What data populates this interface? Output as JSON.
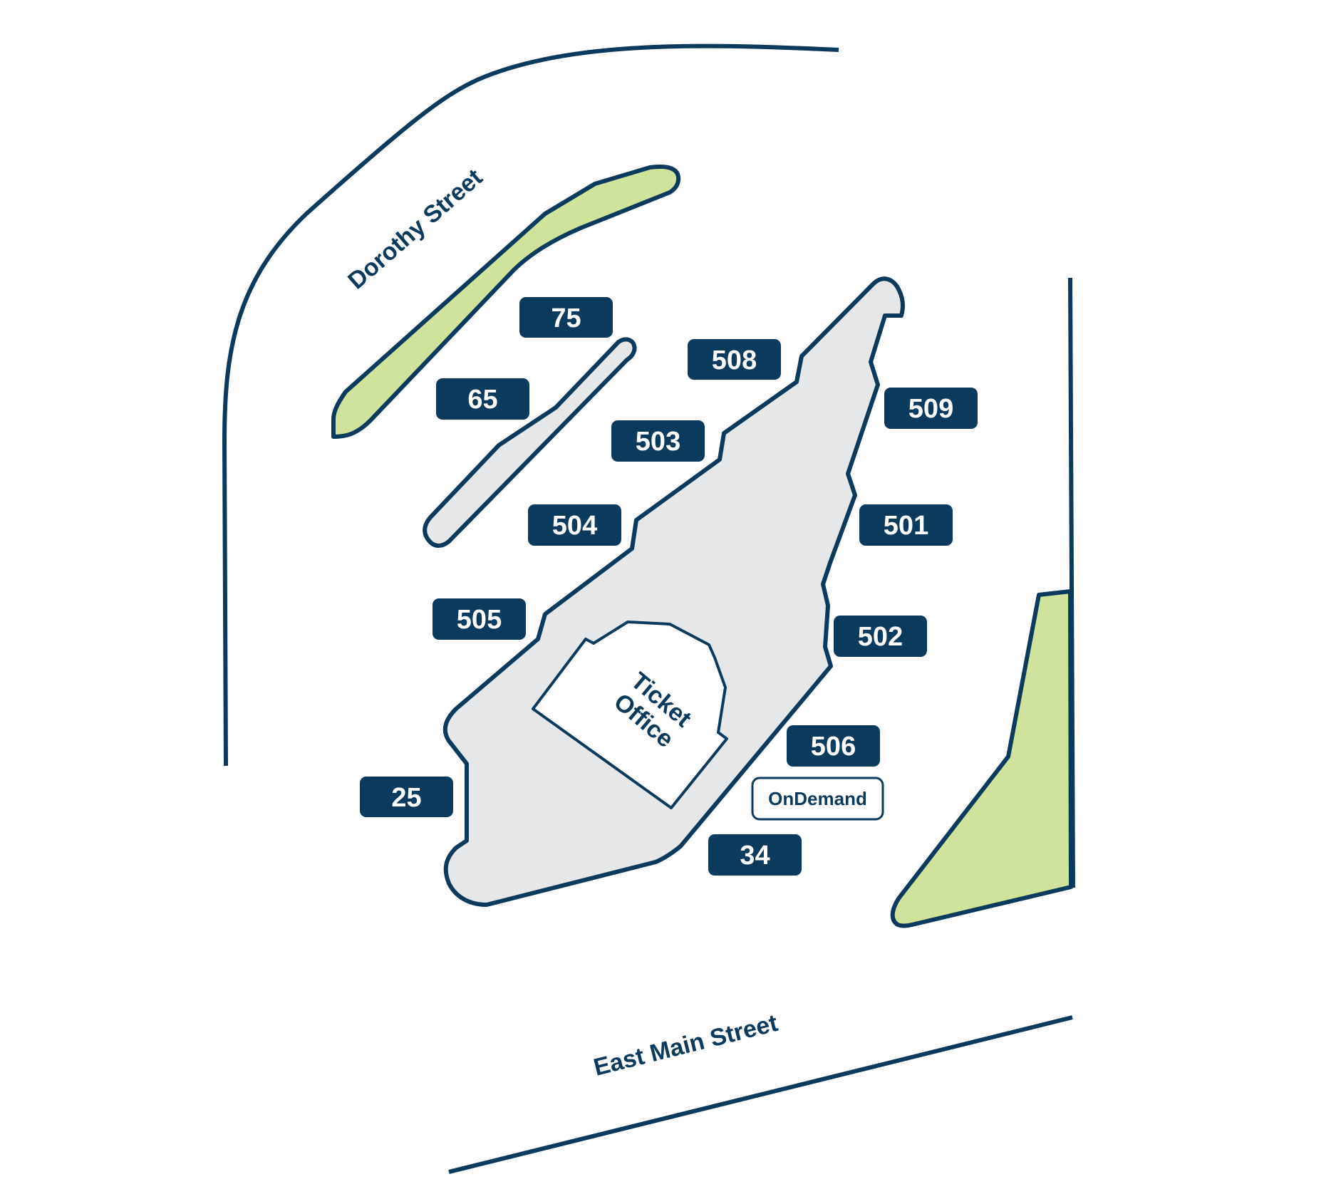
{
  "streets": {
    "dorothy": "Dorothy Street",
    "east_main": "East Main Street"
  },
  "ticket_office": {
    "line1": "Ticket",
    "line2": "Office"
  },
  "routes": {
    "r75": "75",
    "r65": "65",
    "r508": "508",
    "r503": "503",
    "r509": "509",
    "r504": "504",
    "r501": "501",
    "r505": "505",
    "r502": "502",
    "r506": "506",
    "r25": "25",
    "r34": "34"
  },
  "ondemand": "OnDemand",
  "colors": {
    "navy": "#0c3a5c",
    "green_area": "#d0e39d",
    "platform": "#e6e7e9",
    "background": "#ffffff"
  }
}
